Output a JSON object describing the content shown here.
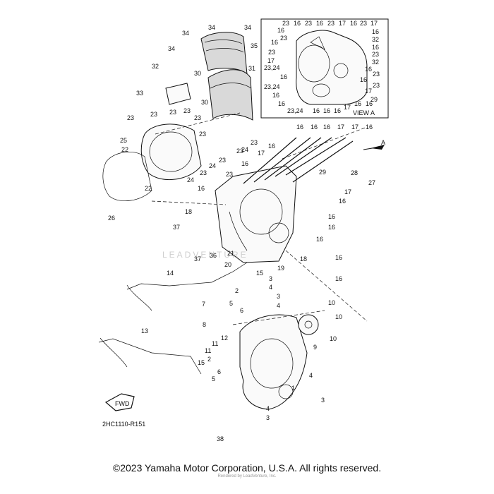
{
  "diagram": {
    "view_label": "VIEW A",
    "view_arrow_letter": "A",
    "code": "2HC1110-R151",
    "fwd": "FWD",
    "watermark": "LEADVENTURE",
    "copyright": "©2023 Yamaha Motor Corporation, U.S.A. All rights reserved.",
    "credit": "Rendered by LeadVenture, Inc.",
    "callouts": [
      {
        "id": "c34a",
        "text": "34"
      },
      {
        "id": "c34b",
        "text": "34"
      },
      {
        "id": "c34c",
        "text": "34"
      },
      {
        "id": "c34d",
        "text": "34"
      },
      {
        "id": "c35",
        "text": "35"
      },
      {
        "id": "c31",
        "text": "31"
      },
      {
        "id": "c32",
        "text": "32"
      },
      {
        "id": "c30a",
        "text": "30"
      },
      {
        "id": "c30b",
        "text": "30"
      },
      {
        "id": "c33",
        "text": "33"
      },
      {
        "id": "c23a",
        "text": "23"
      },
      {
        "id": "c23b",
        "text": "23"
      },
      {
        "id": "c23c",
        "text": "23"
      },
      {
        "id": "c23d",
        "text": "23"
      },
      {
        "id": "c23e",
        "text": "23"
      },
      {
        "id": "c23f",
        "text": "23"
      },
      {
        "id": "c23g",
        "text": "23"
      },
      {
        "id": "c23h",
        "text": "23"
      },
      {
        "id": "c23i",
        "text": "23"
      },
      {
        "id": "c23j",
        "text": "23"
      },
      {
        "id": "c23k",
        "text": "23"
      },
      {
        "id": "c25",
        "text": "25"
      },
      {
        "id": "c22a",
        "text": "22"
      },
      {
        "id": "c22b",
        "text": "22"
      },
      {
        "id": "c24a",
        "text": "24"
      },
      {
        "id": "c24b",
        "text": "24"
      },
      {
        "id": "c24c",
        "text": "24"
      },
      {
        "id": "c26",
        "text": "26"
      },
      {
        "id": "c16a",
        "text": "16"
      },
      {
        "id": "c16b",
        "text": "16"
      },
      {
        "id": "c16c",
        "text": "16"
      },
      {
        "id": "c16d",
        "text": "16"
      },
      {
        "id": "c16e",
        "text": "16"
      },
      {
        "id": "c16f",
        "text": "16"
      },
      {
        "id": "c16g",
        "text": "16"
      },
      {
        "id": "c16h",
        "text": "16"
      },
      {
        "id": "c16i",
        "text": "16"
      },
      {
        "id": "c16j",
        "text": "16"
      },
      {
        "id": "c16k",
        "text": "16"
      },
      {
        "id": "c16l",
        "text": "16"
      },
      {
        "id": "c16m",
        "text": "16"
      },
      {
        "id": "c17a",
        "text": "17"
      },
      {
        "id": "c17b",
        "text": "17"
      },
      {
        "id": "c17c",
        "text": "17"
      },
      {
        "id": "c17d",
        "text": "17"
      },
      {
        "id": "c29",
        "text": "29"
      },
      {
        "id": "c28",
        "text": "28"
      },
      {
        "id": "c27",
        "text": "27"
      },
      {
        "id": "c18a",
        "text": "18"
      },
      {
        "id": "c18b",
        "text": "18"
      },
      {
        "id": "c37a",
        "text": "37"
      },
      {
        "id": "c37b",
        "text": "37"
      },
      {
        "id": "c36",
        "text": "36"
      },
      {
        "id": "c21",
        "text": "21"
      },
      {
        "id": "c20",
        "text": "20"
      },
      {
        "id": "c19",
        "text": "19"
      },
      {
        "id": "c14",
        "text": "14"
      },
      {
        "id": "c15a",
        "text": "15"
      },
      {
        "id": "c15b",
        "text": "15"
      },
      {
        "id": "c13",
        "text": "13"
      },
      {
        "id": "c3a",
        "text": "3"
      },
      {
        "id": "c3b",
        "text": "3"
      },
      {
        "id": "c3c",
        "text": "3"
      },
      {
        "id": "c3d",
        "text": "3"
      },
      {
        "id": "c4a",
        "text": "4"
      },
      {
        "id": "c4b",
        "text": "4"
      },
      {
        "id": "c4c",
        "text": "4"
      },
      {
        "id": "c4d",
        "text": "4"
      },
      {
        "id": "c2a",
        "text": "2"
      },
      {
        "id": "c2b",
        "text": "2"
      },
      {
        "id": "c5a",
        "text": "5"
      },
      {
        "id": "c5b",
        "text": "5"
      },
      {
        "id": "c6a",
        "text": "6"
      },
      {
        "id": "c6b",
        "text": "6"
      },
      {
        "id": "c7",
        "text": "7"
      },
      {
        "id": "c8",
        "text": "8"
      },
      {
        "id": "c9",
        "text": "9"
      },
      {
        "id": "c10a",
        "text": "10"
      },
      {
        "id": "c10b",
        "text": "10"
      },
      {
        "id": "c10c",
        "text": "10"
      },
      {
        "id": "c11a",
        "text": "11"
      },
      {
        "id": "c11b",
        "text": "11"
      },
      {
        "id": "c12",
        "text": "12"
      },
      {
        "id": "c1",
        "text": "1"
      },
      {
        "id": "c38",
        "text": "38"
      }
    ],
    "view_a_labels": [
      {
        "id": "v1",
        "text": "23"
      },
      {
        "id": "v2",
        "text": "16"
      },
      {
        "id": "v3",
        "text": "23"
      },
      {
        "id": "v4",
        "text": "16"
      },
      {
        "id": "v5",
        "text": "23"
      },
      {
        "id": "v6",
        "text": "17"
      },
      {
        "id": "v7",
        "text": "16"
      },
      {
        "id": "v8",
        "text": "23"
      },
      {
        "id": "v9",
        "text": "17"
      },
      {
        "id": "v10",
        "text": "16"
      },
      {
        "id": "v11",
        "text": "16"
      },
      {
        "id": "v12",
        "text": "32"
      },
      {
        "id": "v13",
        "text": "23"
      },
      {
        "id": "v14",
        "text": "16"
      },
      {
        "id": "v15",
        "text": "16"
      },
      {
        "id": "v16",
        "text": "23"
      },
      {
        "id": "v17",
        "text": "23"
      },
      {
        "id": "v18",
        "text": "32"
      },
      {
        "id": "v19",
        "text": "17"
      },
      {
        "id": "v20",
        "text": "16"
      },
      {
        "id": "v21",
        "text": "23,24"
      },
      {
        "id": "v22",
        "text": "23"
      },
      {
        "id": "v23",
        "text": "16"
      },
      {
        "id": "v24",
        "text": "16"
      },
      {
        "id": "v25",
        "text": "23,24"
      },
      {
        "id": "v26",
        "text": "23"
      },
      {
        "id": "v27",
        "text": "16"
      },
      {
        "id": "v28",
        "text": "17"
      },
      {
        "id": "v29",
        "text": "29"
      },
      {
        "id": "v30",
        "text": "16"
      },
      {
        "id": "v31",
        "text": "23,24"
      },
      {
        "id": "v32",
        "text": "16"
      },
      {
        "id": "v33",
        "text": "16"
      },
      {
        "id": "v34",
        "text": "16"
      },
      {
        "id": "v35",
        "text": "17"
      },
      {
        "id": "v36",
        "text": "16"
      },
      {
        "id": "v37",
        "text": "16"
      }
    ]
  }
}
